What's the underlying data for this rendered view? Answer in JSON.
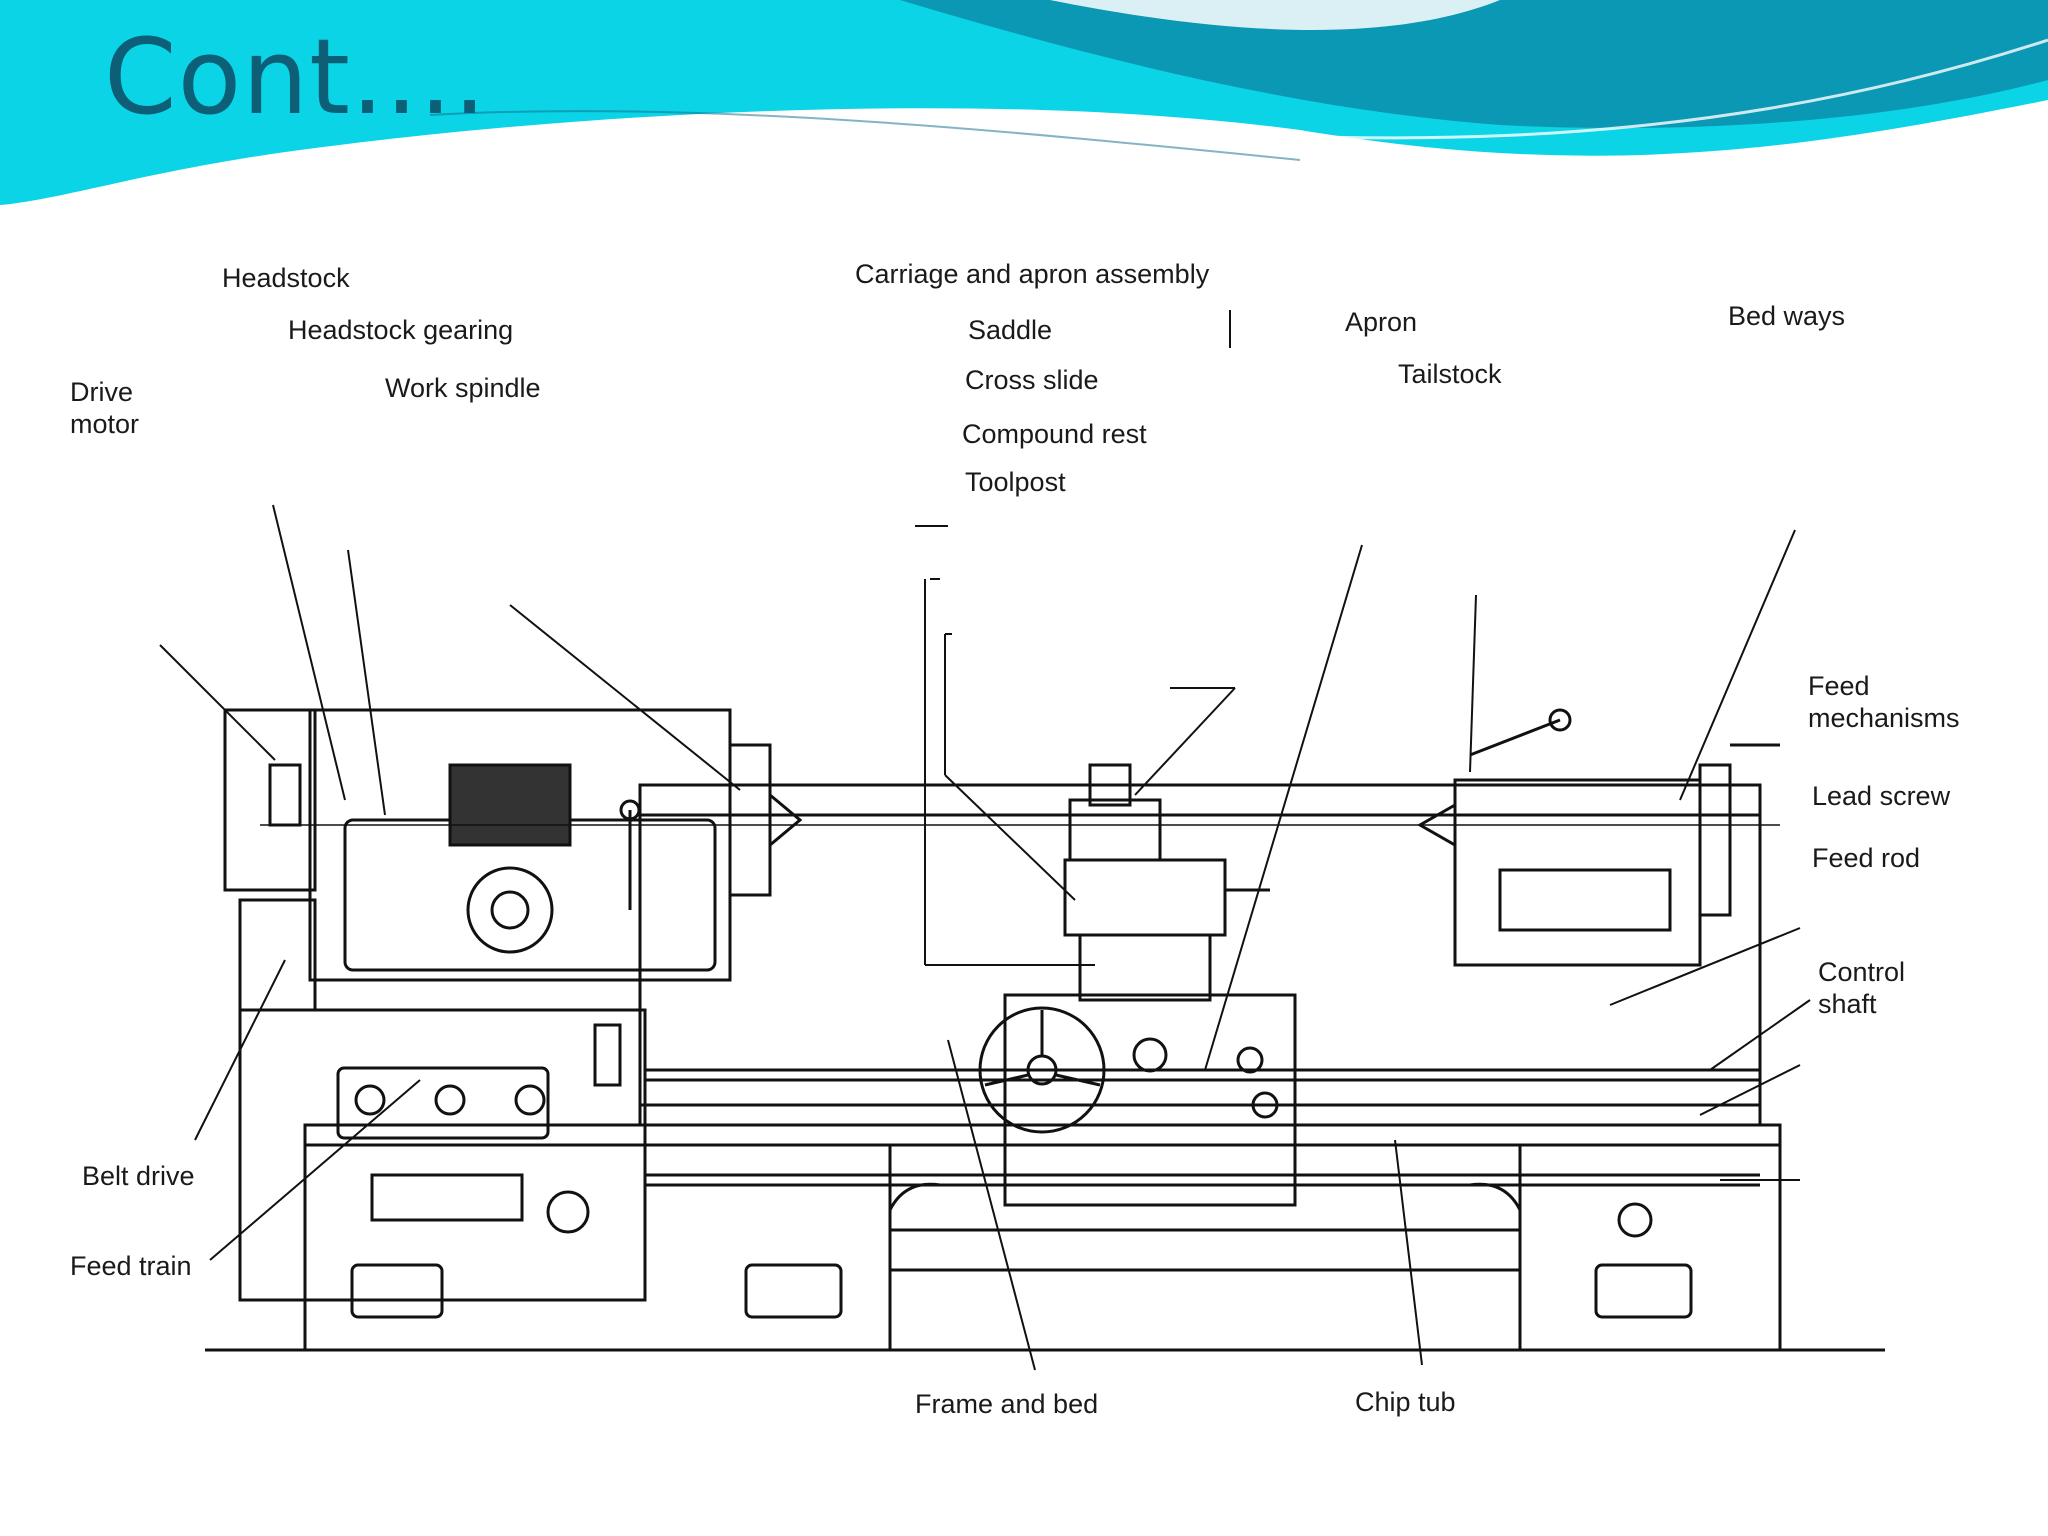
{
  "slide": {
    "title": "Cont....",
    "colors": {
      "title": "#0d5f78",
      "band_light": "#0ad4e6",
      "band_dark": "#0a98b4"
    }
  },
  "diagram": {
    "labels": {
      "headstock": "Headstock",
      "headstock_gearing": "Headstock gearing",
      "drive_motor": "Drive motor",
      "work_spindle": "Work spindle",
      "carriage_apron_assembly": "Carriage and apron assembly",
      "saddle": "Saddle",
      "cross_slide": "Cross slide",
      "compound_rest": "Compound rest",
      "toolpost": "Toolpost",
      "apron": "Apron",
      "tailstock": "Tailstock",
      "bed_ways": "Bed ways",
      "feed_mechanisms": "Feed mechanisms",
      "lead_screw": "Lead screw",
      "feed_rod": "Feed rod",
      "control_shaft": "Control shaft",
      "belt_drive": "Belt drive",
      "feed_train": "Feed train",
      "frame_and_bed": "Frame and bed",
      "chip_tub": "Chip tub"
    }
  }
}
